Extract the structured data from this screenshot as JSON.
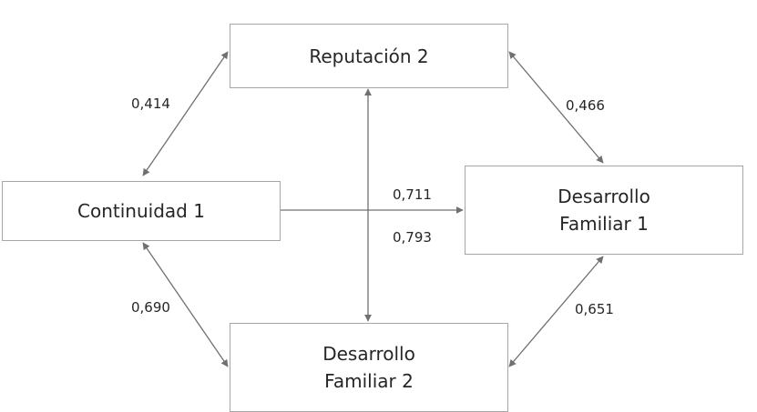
{
  "nodes": {
    "reputacion_2": [
      "Reputación  2"
    ],
    "continuidad_1": [
      "Continuidad 1"
    ],
    "desarrollo_familiar_1": [
      "Desarrollo",
      "Familiar 1"
    ],
    "desarrollo_familiar_2": [
      "Desarrollo",
      "Familiar 2"
    ]
  },
  "coefficients": {
    "continuidad_1_reputacion_2": "0,414",
    "reputacion_2_desarrollo_familiar_1": "0,466",
    "continuidad_1_desarrollo_familiar_1": "0,711",
    "reputacion_2_desarrollo_familiar_2": "0,793",
    "continuidad_1_desarrollo_familiar_2": "0,690",
    "desarrollo_familiar_2_desarrollo_familiar_1": "0,651"
  },
  "colors": {
    "arrow": "#707070",
    "box_border": "#a6a6a6",
    "text": "#262626"
  }
}
